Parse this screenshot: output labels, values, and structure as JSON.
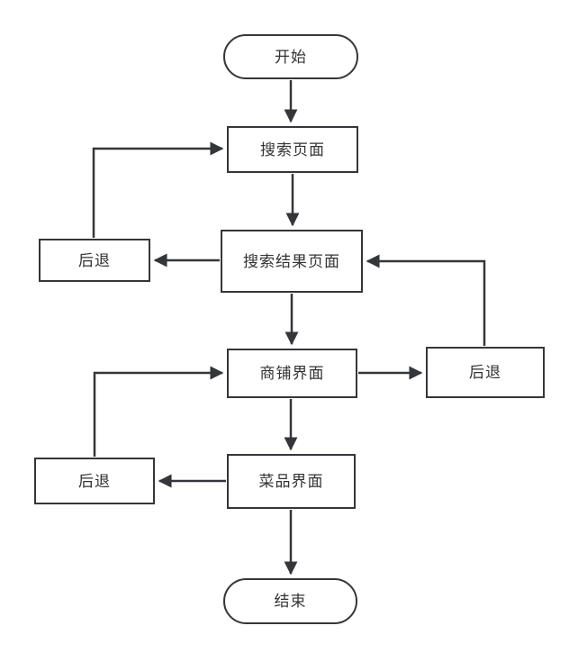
{
  "diagram": {
    "type": "flowchart",
    "description": "App page navigation flow with back loops",
    "nodes": {
      "start": {
        "label": "开始",
        "shape": "terminator"
      },
      "search_page": {
        "label": "搜索页面",
        "shape": "process"
      },
      "search_results_page": {
        "label": "搜索结果页面",
        "shape": "process"
      },
      "back_from_results": {
        "label": "后退",
        "shape": "process"
      },
      "shop_page": {
        "label": "商铺界面",
        "shape": "process"
      },
      "back_from_shop": {
        "label": "后退",
        "shape": "process"
      },
      "dish_page": {
        "label": "菜品界面",
        "shape": "process"
      },
      "back_from_dish": {
        "label": "后退",
        "shape": "process"
      },
      "end": {
        "label": "结束",
        "shape": "terminator"
      }
    },
    "edges": [
      {
        "from": "start",
        "to": "search_page"
      },
      {
        "from": "search_page",
        "to": "search_results_page"
      },
      {
        "from": "search_results_page",
        "to": "back_from_results"
      },
      {
        "from": "back_from_results",
        "to": "search_page"
      },
      {
        "from": "search_results_page",
        "to": "shop_page"
      },
      {
        "from": "shop_page",
        "to": "back_from_shop"
      },
      {
        "from": "back_from_shop",
        "to": "search_results_page"
      },
      {
        "from": "shop_page",
        "to": "dish_page"
      },
      {
        "from": "dish_page",
        "to": "back_from_dish"
      },
      {
        "from": "back_from_dish",
        "to": "shop_page"
      },
      {
        "from": "dish_page",
        "to": "end"
      }
    ],
    "colors": {
      "stroke": "#343639",
      "text": "#333333",
      "node_fill": "#ffffff",
      "background": "#ffffff"
    }
  }
}
